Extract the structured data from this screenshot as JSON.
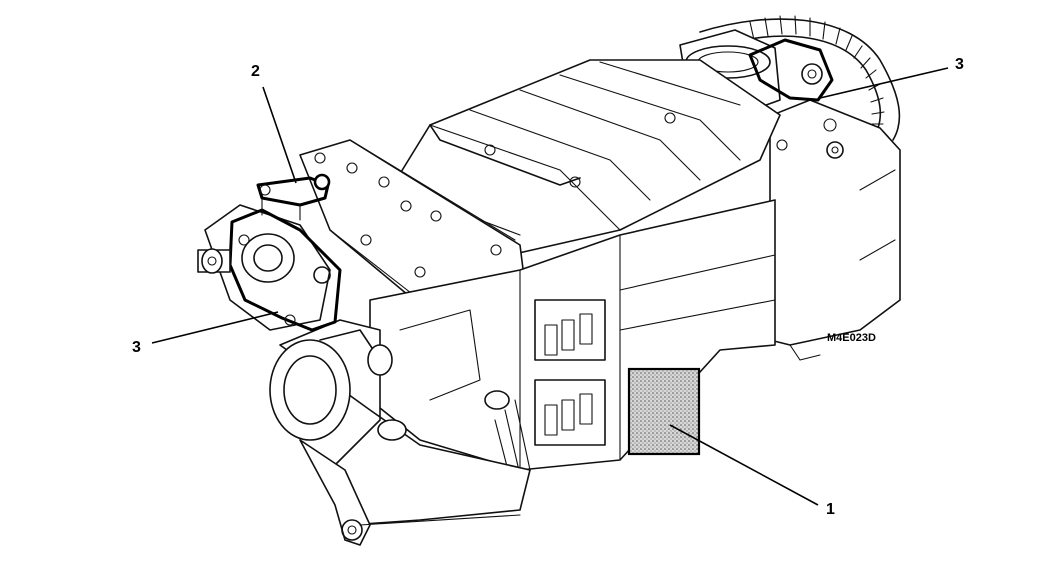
{
  "figure_code": "M4E023D",
  "callouts": [
    {
      "id": "1",
      "label": "1"
    },
    {
      "id": "2",
      "label": "2"
    },
    {
      "id": "3-left",
      "label": "3"
    },
    {
      "id": "3-right",
      "label": "3"
    }
  ],
  "colors": {
    "line": "#111111",
    "background": "#ffffff",
    "label_plate": "#9a9a9a"
  }
}
